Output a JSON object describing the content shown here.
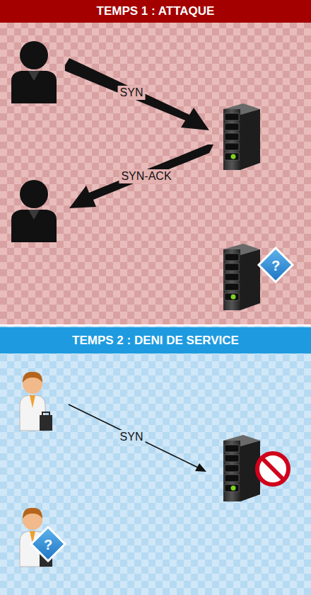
{
  "diagram": {
    "nodes": [
      {
        "text": [
          "TEMPS 1 : ATTAQUE"
        ]
      },
      {
        "text": [
          "TEMPS 2 : DENI DE SERVICE"
        ]
      }
    ],
    "labels": [
      "SYN",
      "SYN-ACK",
      "?",
      "SYN",
      "?"
    ]
  }
}
